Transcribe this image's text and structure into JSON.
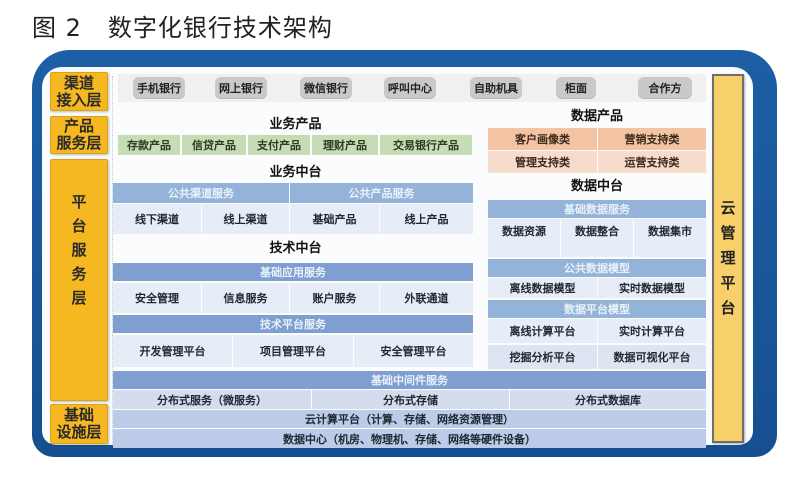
{
  "figure": {
    "label": "图 2",
    "title": "数字化银行技术架构"
  },
  "layers": {
    "channel": [
      "渠道",
      "接入层"
    ],
    "product": [
      "产品",
      "服务层"
    ],
    "platform": [
      "平",
      "台",
      "服",
      "务",
      "层"
    ],
    "infra": [
      "基础",
      "设施层"
    ]
  },
  "cloud_platform": [
    "云",
    "管",
    "理",
    "平",
    "台"
  ],
  "channels": [
    "手机银行",
    "网上银行",
    "微信银行",
    "呼叫中心",
    "自助机具",
    "柜面",
    "合作方"
  ],
  "business_products": {
    "title": "业务产品",
    "items": [
      "存款产品",
      "信贷产品",
      "支付产品",
      "理财产品",
      "交易银行产品"
    ]
  },
  "data_products": {
    "title": "数据产品",
    "items": [
      "客户画像类",
      "营销支持类",
      "管理支持类",
      "运营支持类"
    ]
  },
  "business_middle": {
    "title": "业务中台",
    "headers": [
      "公共渠道服务",
      "公共产品服务"
    ],
    "items": [
      "线下渠道",
      "线上渠道",
      "基础产品",
      "线上产品"
    ]
  },
  "tech_middle": {
    "title": "技术中台",
    "basic_app_services": {
      "header": "基础应用服务",
      "items": [
        "安全管理",
        "信息服务",
        "账户服务",
        "外联通道"
      ]
    },
    "tech_platform_services": {
      "header": "技术平台服务",
      "items": [
        "开发管理平台",
        "项目管理平台",
        "安全管理平台"
      ]
    }
  },
  "data_middle": {
    "title": "数据中台",
    "basic_data_services": {
      "header": "基础数据服务",
      "items": [
        "数据资源",
        "数据整合",
        "数据集市"
      ]
    },
    "public_data_models": {
      "header": "公共数据模型",
      "items": [
        "离线数据模型",
        "实时数据模型"
      ]
    },
    "data_platform_models": {
      "header": "数据平台模型",
      "items": [
        "离线计算平台",
        "实时计算平台",
        "挖掘分析平台",
        "数据可视化平台"
      ]
    }
  },
  "infrastructure": {
    "middleware_header": "基础中间件服务",
    "middleware_items": [
      "分布式服务（微服务）",
      "分布式存储",
      "分布式数据库"
    ],
    "cloud_computing": "云计算平台（计算、存储、网络资源管理）",
    "data_center": "数据中心（机房、物理机、存储、网络等硬件设备）"
  },
  "colors": {
    "frame_blue": "#1d5fa6",
    "layer_yellow": "#f5b820",
    "cloud_yellow": "#f7d06a",
    "product_green": "#c6dcb4",
    "data_salmon": "#f3c4a4",
    "header_blue": "#93b4d8",
    "cell_blue": "#e7edf6"
  }
}
